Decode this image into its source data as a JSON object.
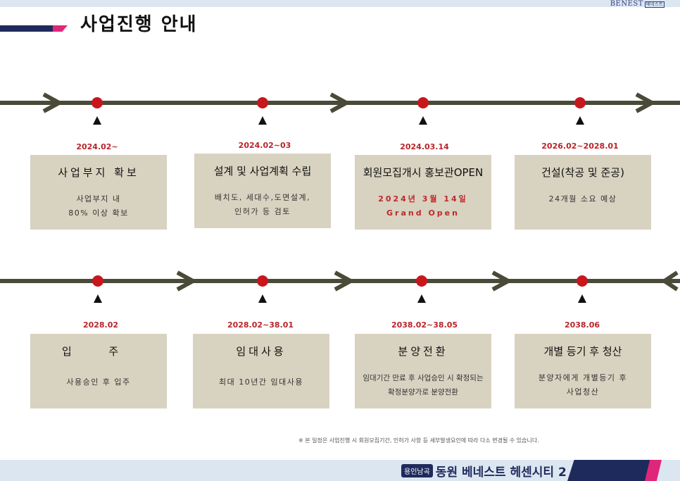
{
  "header": {
    "title": "사업진행 안내",
    "brand": "BENEST",
    "brand_small": "베네스트"
  },
  "milestones": [
    {
      "date": "2024.02~",
      "title": "사업부지 확보",
      "desc": [
        "사업부지 내",
        "80% 이상 확보"
      ]
    },
    {
      "date": "2024.02~03",
      "title": "설계 및 사업계획 수립",
      "desc": [
        "배치도, 세대수,도면설계,",
        "인허가 등 검토"
      ]
    },
    {
      "date": "2024.03.14",
      "title": "회원모집개시 홍보관OPEN",
      "desc": [
        "2024년 3월 14일",
        "Grand Open"
      ]
    },
    {
      "date": "2026.02~2028.01",
      "title": "건설(착공 및 준공)",
      "desc": [
        "24개월 소요 예상"
      ]
    },
    {
      "date": "2028.02",
      "title": "입 주",
      "desc": [
        "사용승인 후 입주"
      ]
    },
    {
      "date": "2028.02~38.01",
      "title": "임대사용",
      "desc": [
        "최대 10년간 임대사용"
      ]
    },
    {
      "date": "2038.02~38.05",
      "title": "분양전환",
      "desc": [
        "임대기간 만료 후 사업승인 시 확정되는",
        "확정분양가로 분양전환"
      ]
    },
    {
      "date": "2038.06",
      "title": "개별 등기 후 청산",
      "desc": [
        "분양자에게 개별등기 후",
        "사업청산"
      ]
    }
  ],
  "note": "※ 본 일정은 사업진행 시 회원모집기간, 인허가 사항 등 세부발생요인에 따라 다소 변경될 수 있습니다.",
  "footer": {
    "badge": "용인남곡",
    "name": "동원 베네스트 헤센시티 2"
  },
  "colors": {
    "line": "#4a4a38",
    "dot": "#c8161d",
    "box": "#d8d2c0",
    "date": "#b8252a",
    "navy": "#1f2a5c",
    "pink": "#e0267a"
  }
}
